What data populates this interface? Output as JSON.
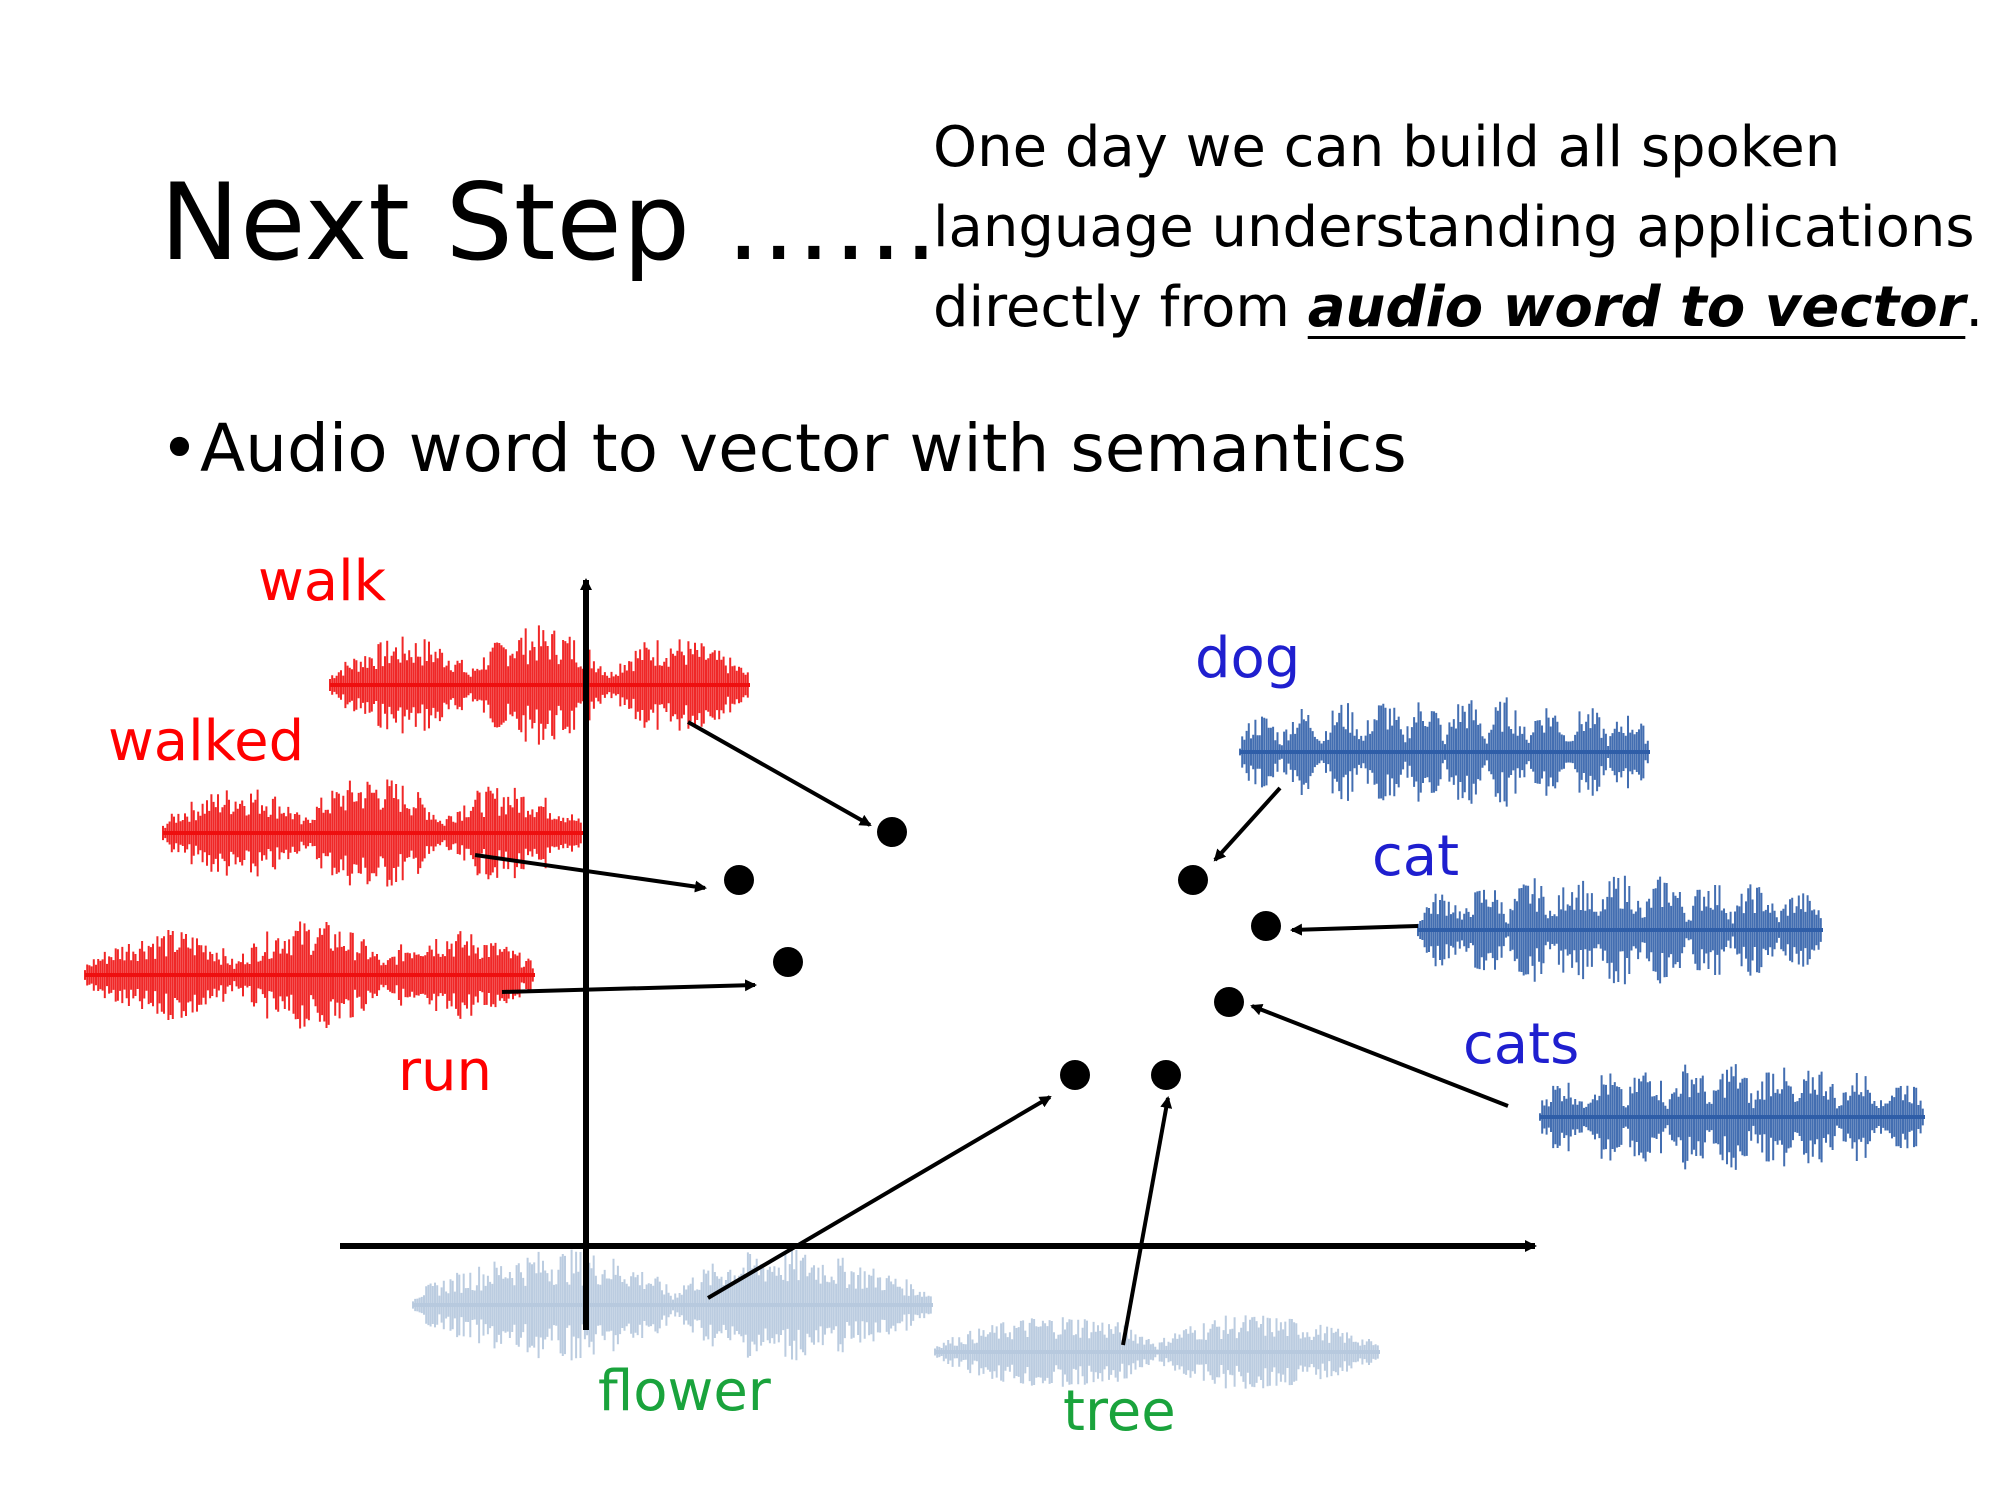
{
  "slide": {
    "title": "Next Step ……",
    "quote_prefix": "One day we can build all spoken language understanding applications directly from ",
    "quote_emphasis": "audio word to vector",
    "quote_suffix": ".",
    "bullet": "Audio word to vector with semantics"
  },
  "diagram": {
    "words": [
      {
        "text": "walk",
        "group": "verb"
      },
      {
        "text": "walked",
        "group": "verb"
      },
      {
        "text": "run",
        "group": "verb"
      },
      {
        "text": "dog",
        "group": "animal"
      },
      {
        "text": "cat",
        "group": "animal"
      },
      {
        "text": "cats",
        "group": "animal"
      },
      {
        "text": "flower",
        "group": "plant"
      },
      {
        "text": "tree",
        "group": "plant"
      }
    ],
    "colors": {
      "verb": "#ff0000",
      "animal": "#1f1fcf",
      "plant": "#1aa33c",
      "verb_wave": "#ee1010",
      "animal_wave": "#2f5ea8",
      "plant_wave": "#b7c9de",
      "axis": "#000000"
    }
  }
}
